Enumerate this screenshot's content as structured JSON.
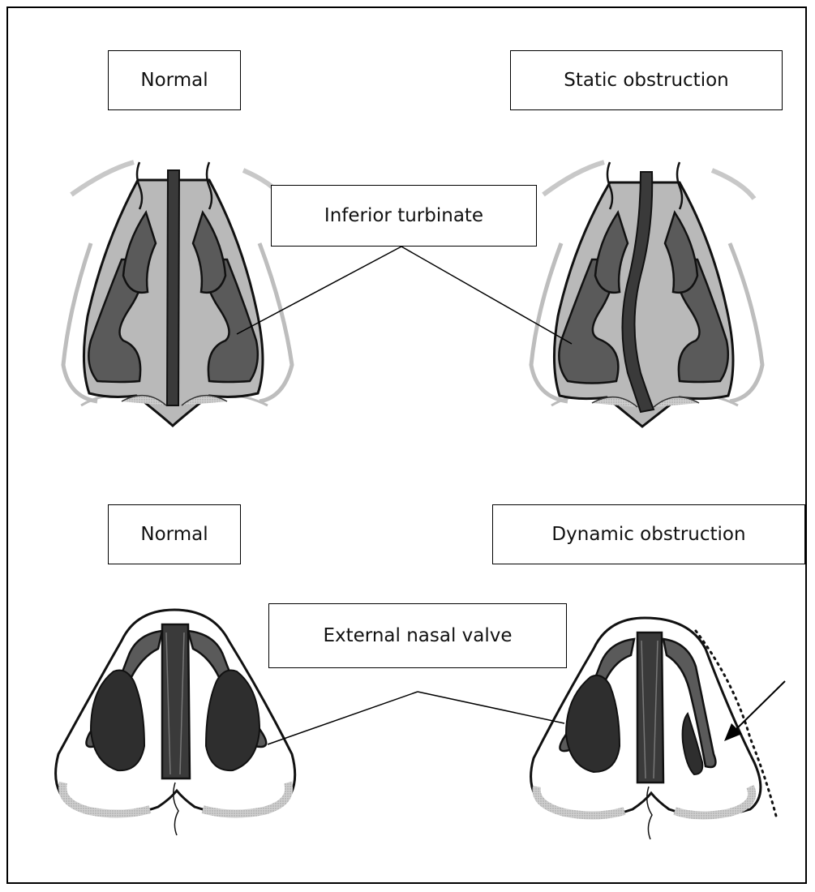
{
  "panels": {
    "top_left_label": "Normal",
    "top_right_label": "Static obstruction",
    "bottom_left_label": "Normal",
    "bottom_right_label": "Dynamic obstruction"
  },
  "callouts": {
    "inferior_turbinate": "Inferior turbinate",
    "external_nasal_valve": "External nasal valve"
  },
  "colors": {
    "cavity_fill": "#b9b9b9",
    "tissue_fill": "#5a5a5a",
    "septum_fill": "#3a3a3a",
    "outline": "#111111"
  }
}
